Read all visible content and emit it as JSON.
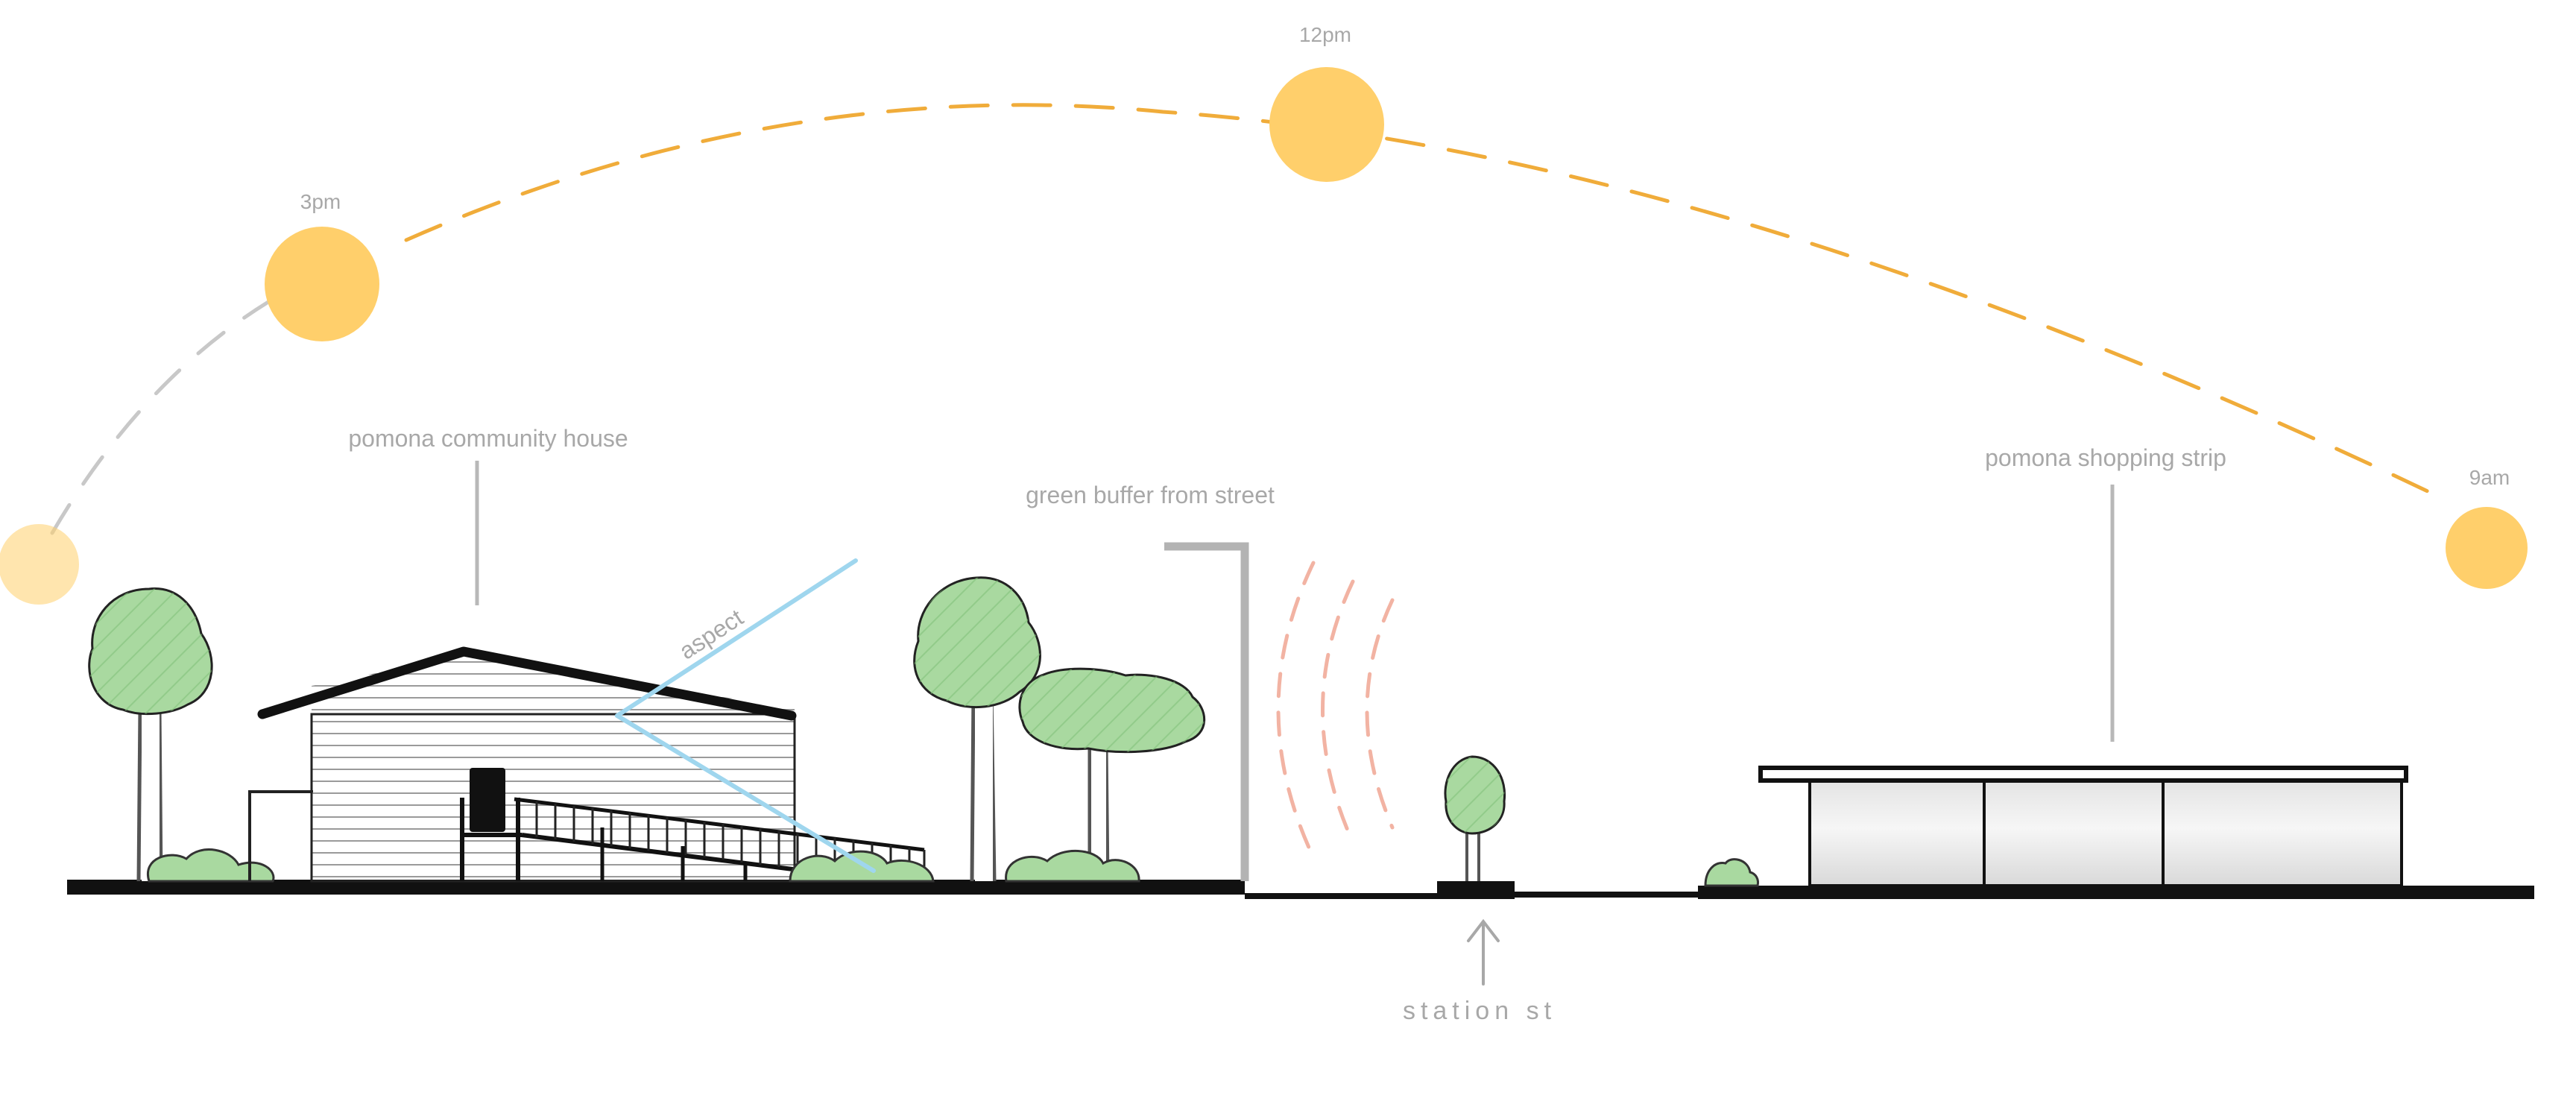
{
  "labels": {
    "community_house": "pomona community house",
    "green_buffer": "green buffer from street",
    "shopping_strip": "pomona shopping strip",
    "station_st": "station st",
    "aspect": "aspect"
  },
  "sun": {
    "time_3pm": "3pm",
    "time_12pm": "12pm",
    "time_9am": "9am"
  },
  "colors": {
    "sun": "#ffcf6b",
    "sun_path": "#f0ac3a",
    "sun_path_shadow": "#c8c8c8",
    "foliage": "#a9d9a0",
    "aspect_line": "#9fd6ee",
    "noise_waves": "#f2b3a3",
    "label_text": "#a8a8a8",
    "ink": "#111111"
  }
}
